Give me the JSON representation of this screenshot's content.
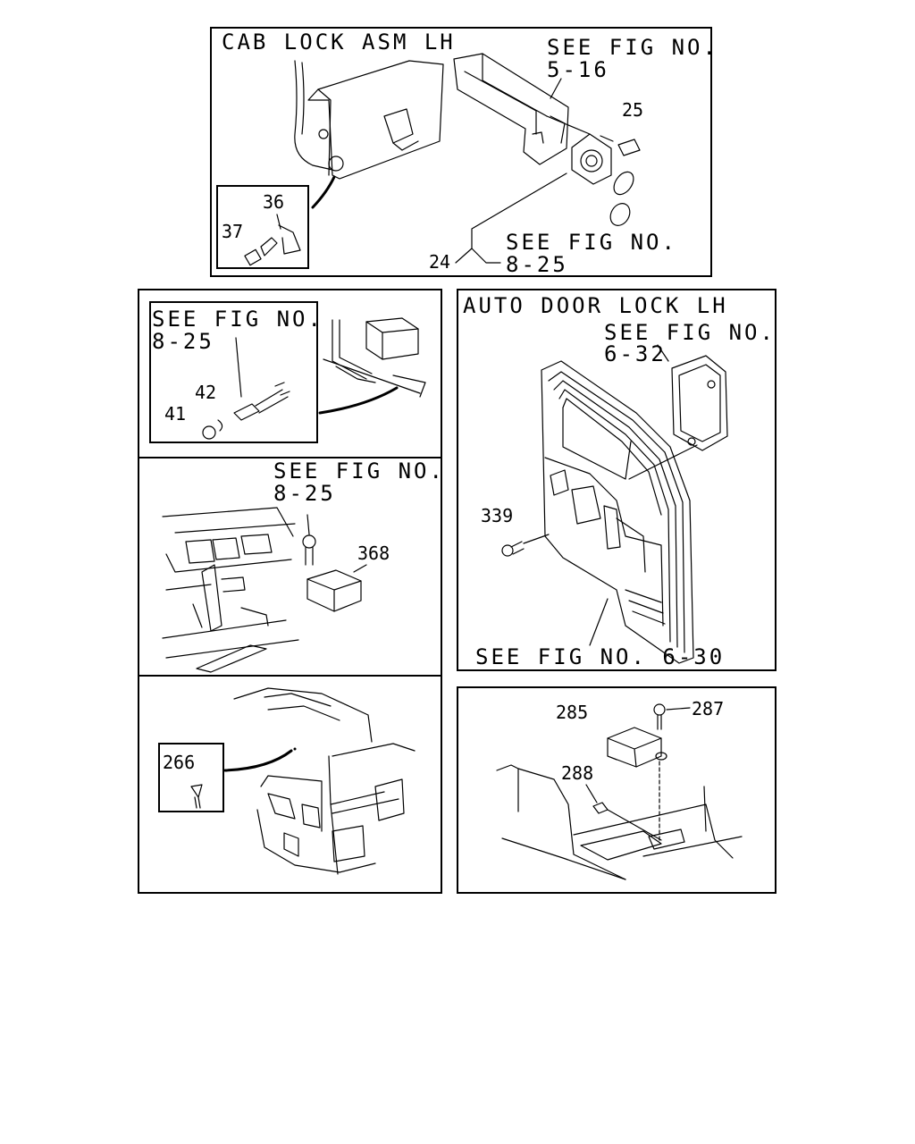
{
  "panels": {
    "cab_lock": {
      "title": "CAB LOCK ASM LH",
      "ref_top_line1": "SEE FIG NO.",
      "ref_top_line2": "5-16",
      "ref_bottom_line1": "SEE FIG NO.",
      "ref_bottom_line2": "8-25",
      "parts": [
        "25",
        "24",
        "36",
        "37"
      ]
    },
    "switch_panel": {
      "ref_line1": "SEE FIG NO.",
      "ref_line2": "8-25",
      "parts": [
        "42",
        "41"
      ]
    },
    "relay_panel": {
      "ref_line1": "SEE FIG NO.",
      "ref_line2": "8-25",
      "parts": [
        "368"
      ]
    },
    "auto_door_lock": {
      "title": "AUTO DOOR LOCK LH",
      "ref_top_line1": "SEE FIG NO.",
      "ref_top_line2": "6-32",
      "ref_bottom": "SEE FIG NO. 6-30",
      "parts": [
        "339"
      ]
    },
    "clip_panel": {
      "parts": [
        "266"
      ]
    },
    "module_panel": {
      "parts": [
        "285",
        "287",
        "288"
      ]
    }
  }
}
